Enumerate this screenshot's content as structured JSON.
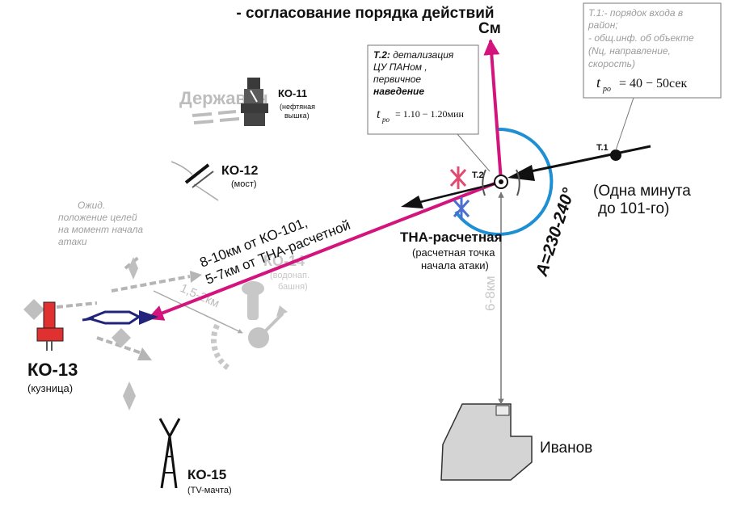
{
  "header": {
    "title": "- согласование порядка действий"
  },
  "directions": {
    "sm": "См"
  },
  "notes": {
    "t1": {
      "line1": "Т.1:- порядок входа в",
      "line2": "район;",
      "line3": "- общ.инф. об объекте",
      "line4": "(Nц, направление,",
      "line5": "скорость)",
      "formula_lhs": "t",
      "formula_sub": "ро",
      "formula_rhs": "= 40 − 50сек"
    },
    "t2": {
      "line1_bold": "Т.2:",
      "line1_rest": " детализация",
      "line2": "ЦУ ПАНом ,",
      "line3": "первичное",
      "line4": "наведение",
      "formula_lhs": "t",
      "formula_sub": "ро",
      "formula_rhs": "= 1.10 − 1.20мин"
    }
  },
  "points": {
    "t1": "Т.1",
    "t2": "Т.2",
    "one_minute_line1": "(Одна минута",
    "one_minute_line2": "до 101-го)",
    "azimuth": "А=230-240°",
    "tha_title": "ТНА-расчетная",
    "tha_sub1": "(расчетная точка",
    "tha_sub2": "начала атаки)",
    "distance_line1": "8-10км от КО-101,",
    "distance_line2": "5-7км от ТНА-расчетной",
    "vertical_distance": "6-8км",
    "diag_distance": "1,5-2км"
  },
  "landmarks": {
    "ko11": {
      "name": "КО-11",
      "sub1": "(нефтяная",
      "sub2": "вышка)",
      "town": "Державин"
    },
    "ko12": {
      "name": "КО-12",
      "sub": "(мост)"
    },
    "ko13": {
      "name": "КО-13",
      "sub": "(кузница)"
    },
    "ko14": {
      "name": "КО-14",
      "sub1": "(водонап.",
      "sub2": "башня)"
    },
    "ko15": {
      "name": "КО-15",
      "sub": "(TV-мачта)"
    },
    "targets_note": {
      "line1": "Ожид.",
      "line2": "положение целей",
      "line3": "на момент начала",
      "line4": "атаки"
    },
    "city": "Иванов"
  },
  "colors": {
    "magenta": "#d4147d",
    "blue": "#1f8fd3",
    "navy": "#22237a",
    "red": "#e03030",
    "gray": "#9c9c9c",
    "black": "#111111"
  }
}
